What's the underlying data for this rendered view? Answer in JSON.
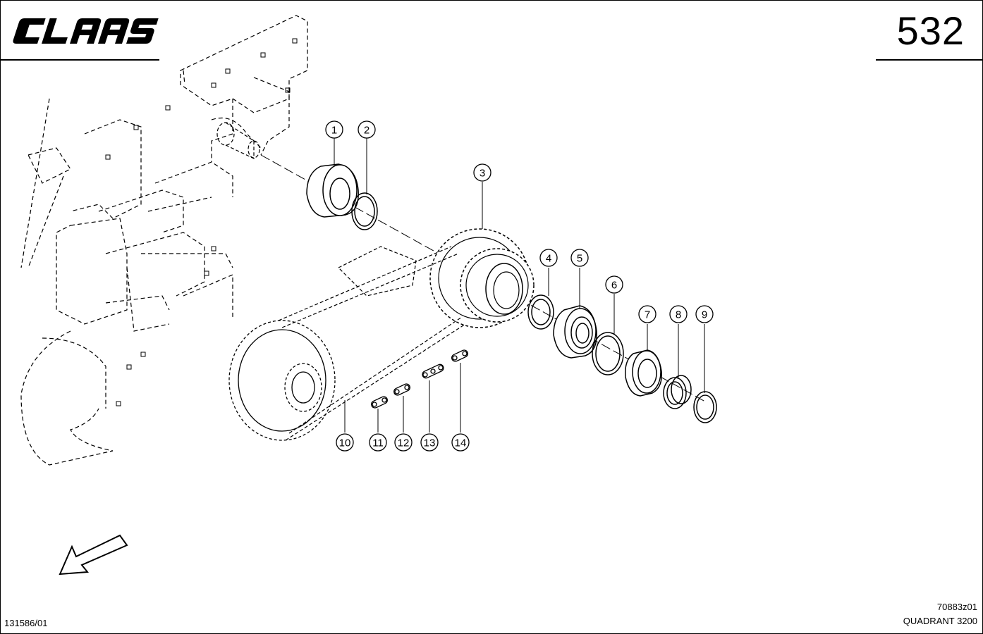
{
  "header": {
    "brand": "CLAAS",
    "page_number": "532"
  },
  "callouts": [
    "1",
    "2",
    "3",
    "4",
    "5",
    "6",
    "7",
    "8",
    "9",
    "10",
    "11",
    "12",
    "13",
    "14"
  ],
  "footer": {
    "left_code": "131586/01",
    "drawing_id": "70883z01",
    "model": "QUADRANT 3200"
  },
  "icons": {
    "direction": "arrow-down-left-icon"
  }
}
